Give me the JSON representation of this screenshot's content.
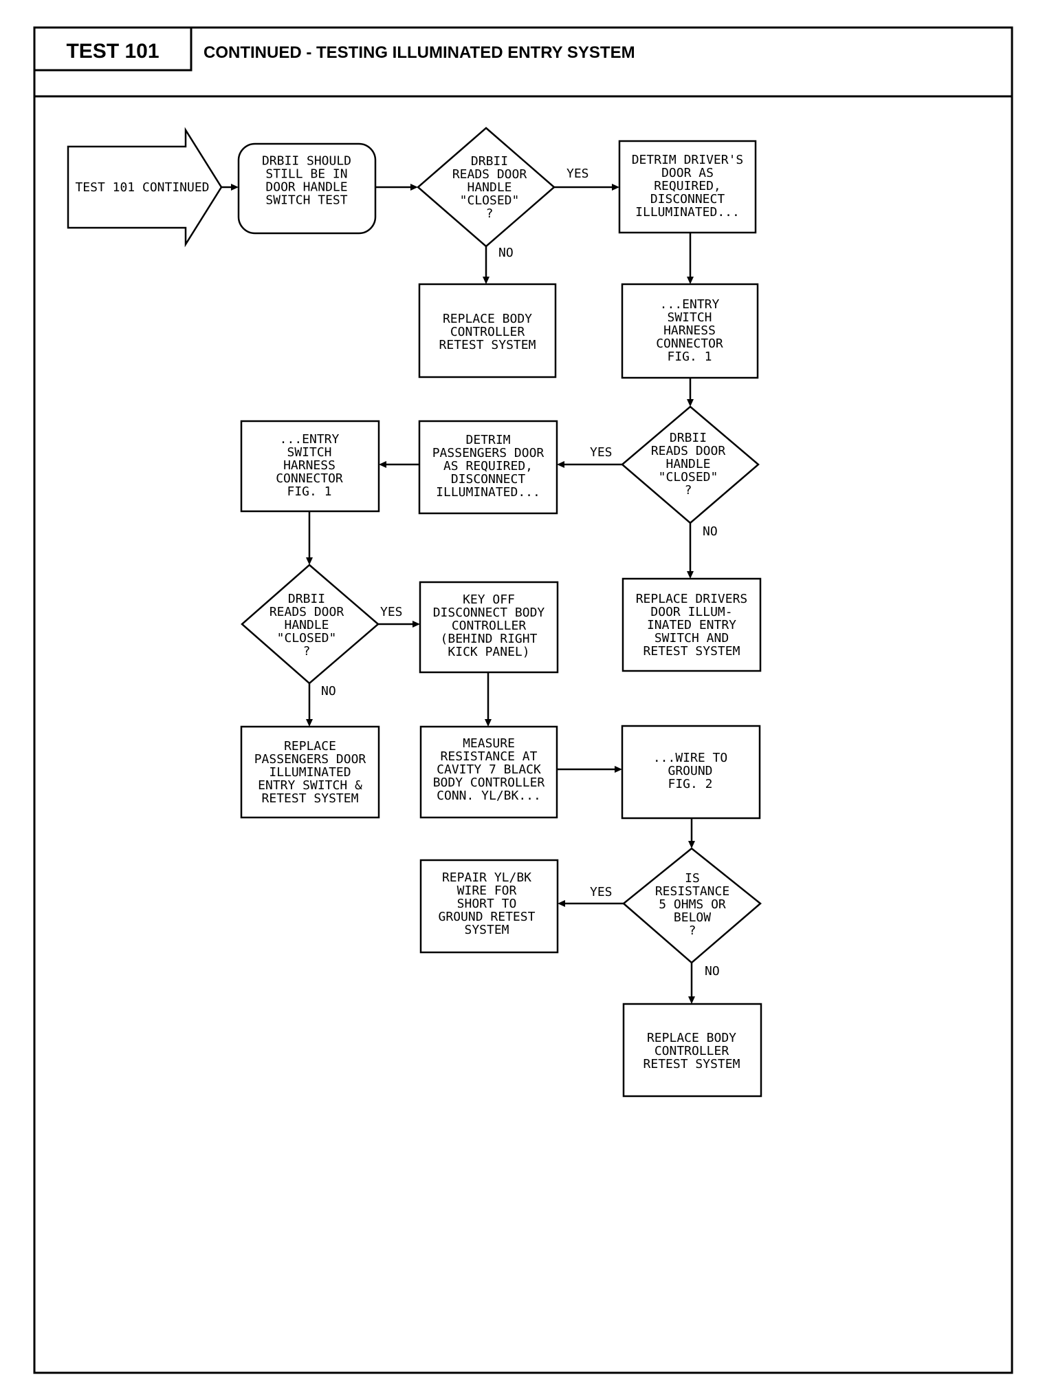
{
  "header": {
    "test_label": "TEST 101",
    "title": "CONTINUED - TESTING ILLUMINATED ENTRY SYSTEM"
  },
  "flowchart": {
    "start": [
      "TEST 101 CONTINUED"
    ],
    "n1": [
      "DRBII SHOULD",
      "STILL BE IN",
      "DOOR HANDLE",
      "SWITCH TEST"
    ],
    "d1": [
      "DRBII",
      "READS DOOR",
      "HANDLE",
      "\"CLOSED\"",
      "?"
    ],
    "n2": [
      "REPLACE BODY",
      "CONTROLLER",
      "RETEST SYSTEM"
    ],
    "n3": [
      "DETRIM DRIVER'S",
      "DOOR AS",
      "REQUIRED,",
      "DISCONNECT",
      "ILLUMINATED..."
    ],
    "n4": [
      "...ENTRY",
      "SWITCH",
      "HARNESS",
      "CONNECTOR",
      "FIG. 1"
    ],
    "d2": [
      "DRBII",
      "READS DOOR",
      "HANDLE",
      "\"CLOSED\"",
      "?"
    ],
    "n5": [
      "DETRIM",
      "PASSENGERS DOOR",
      "AS REQUIRED,",
      "DISCONNECT",
      "ILLUMINATED..."
    ],
    "n6": [
      "...ENTRY",
      "SWITCH",
      "HARNESS",
      "CONNECTOR",
      "FIG. 1"
    ],
    "n7": [
      "REPLACE DRIVERS",
      "DOOR ILLUM-",
      "INATED ENTRY",
      "SWITCH AND",
      "RETEST SYSTEM"
    ],
    "d3": [
      "DRBII",
      "READS DOOR",
      "HANDLE",
      "\"CLOSED\"",
      "?"
    ],
    "n8": [
      "KEY OFF",
      "DISCONNECT BODY",
      "CONTROLLER",
      "(BEHIND RIGHT",
      "KICK PANEL)"
    ],
    "n9": [
      "REPLACE",
      "PASSENGERS DOOR",
      "ILLUMINATED",
      "ENTRY SWITCH &",
      "RETEST SYSTEM"
    ],
    "n10": [
      "MEASURE",
      "RESISTANCE AT",
      "CAVITY 7 BLACK",
      "BODY CONTROLLER",
      "CONN. YL/BK..."
    ],
    "n11": [
      "...WIRE TO",
      "GROUND",
      "FIG. 2"
    ],
    "d4": [
      "IS",
      "RESISTANCE",
      "5 OHMS OR",
      "BELOW",
      "?"
    ],
    "n12": [
      "REPAIR YL/BK",
      "WIRE FOR",
      "SHORT TO",
      "GROUND RETEST",
      "SYSTEM"
    ],
    "n13": [
      "REPLACE BODY",
      "CONTROLLER",
      "RETEST SYSTEM"
    ],
    "labels": {
      "d1_yes": "YES",
      "d1_no": "NO",
      "d2_yes": "YES",
      "d2_no": "NO",
      "d3_yes": "YES",
      "d3_no": "NO",
      "d4_yes": "YES",
      "d4_no": "NO"
    }
  }
}
